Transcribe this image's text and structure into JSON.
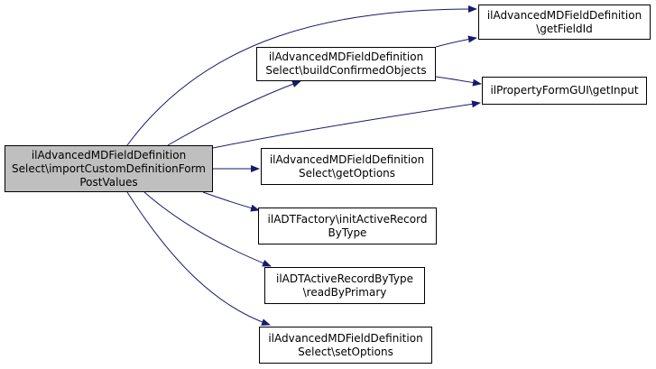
{
  "nodes": {
    "root": [
      "ilAdvancedMDFieldDefinition",
      "Select\\importCustomDefinitionForm",
      "PostValues"
    ],
    "build": [
      "ilAdvancedMDFieldDefinition",
      "Select\\buildConfirmedObjects"
    ],
    "getfield": [
      "ilAdvancedMDFieldDefinition",
      "\\getFieldId"
    ],
    "getinput": [
      "ilPropertyFormGUI\\getInput"
    ],
    "getoptions": [
      "ilAdvancedMDFieldDefinition",
      "Select\\getOptions"
    ],
    "initactive": [
      "ilADTFactory\\initActiveRecord",
      "ByType"
    ],
    "readby": [
      "ilADTActiveRecordByType",
      "\\readByPrimary"
    ],
    "setoptions": [
      "ilAdvancedMDFieldDefinition",
      "Select\\setOptions"
    ]
  },
  "colors": {
    "edge": "#191970",
    "root_fill": "#bfbfbf",
    "node_border": "#000000"
  }
}
